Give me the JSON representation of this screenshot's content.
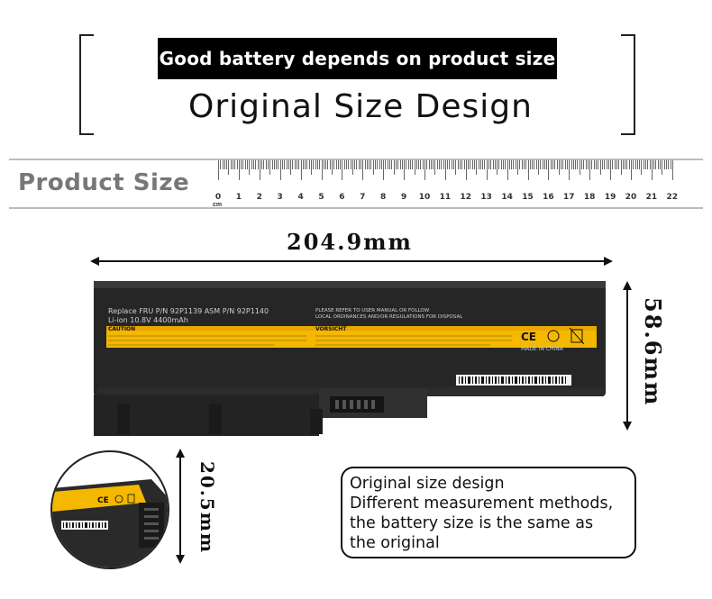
{
  "header": {
    "banner": "Good battery depends on product size",
    "headline": "Original Size Design"
  },
  "product_size": {
    "label": "Product Size",
    "unit": "cm",
    "ruler_numbers": [
      "0",
      "1",
      "2",
      "3",
      "4",
      "5",
      "6",
      "7",
      "8",
      "9",
      "10",
      "11",
      "12",
      "13",
      "14",
      "15",
      "16",
      "17",
      "18",
      "19",
      "20",
      "21",
      "22"
    ]
  },
  "dimensions": {
    "width": "204.9mm",
    "height": "58.6mm",
    "depth": "20.5mm"
  },
  "battery_label": {
    "line1": "Replace FRU P/N 92P1139 ASM P/N 92P1140",
    "line2": "Li-ion 10.8V 4400mAh",
    "caution": "CAUTION",
    "vorsicht": "VORSICHT",
    "notice1": "PLEASE REFER TO USER MANUAL OR FOLLOW",
    "notice2": "LOCAL ORDINANCES AND/OR REGULATIONS FOR DISPOSAL",
    "made_in": "MADE IN CHINA",
    "ce": "CE"
  },
  "note": {
    "line1": "Original size design",
    "line2": "Different measurement methods,",
    "line3": "the battery size is the same as",
    "line4": "the original"
  },
  "colors": {
    "banner_bg": "#000000",
    "label_yellow": "#f5b800",
    "battery_body": "#2a2a2a"
  }
}
